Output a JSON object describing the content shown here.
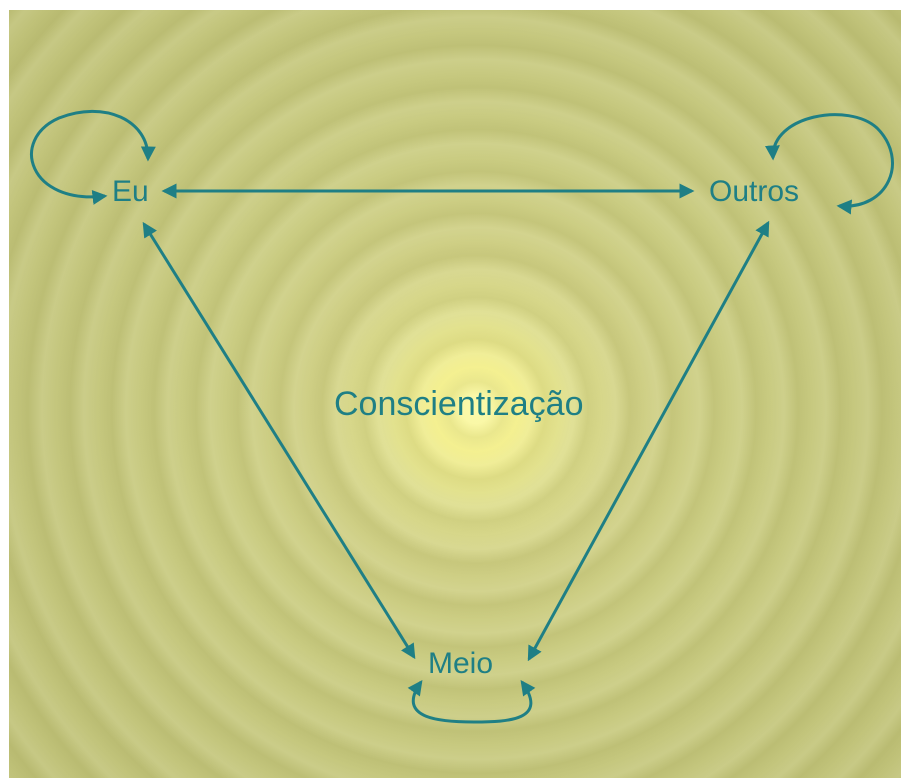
{
  "nodes": {
    "eu": "Eu",
    "outros": "Outros",
    "meio": "Meio"
  },
  "center": "Conscientização",
  "colors": {
    "accent": "#1f7f85",
    "background": "#cfcf85",
    "glow": "#fdfba8"
  }
}
